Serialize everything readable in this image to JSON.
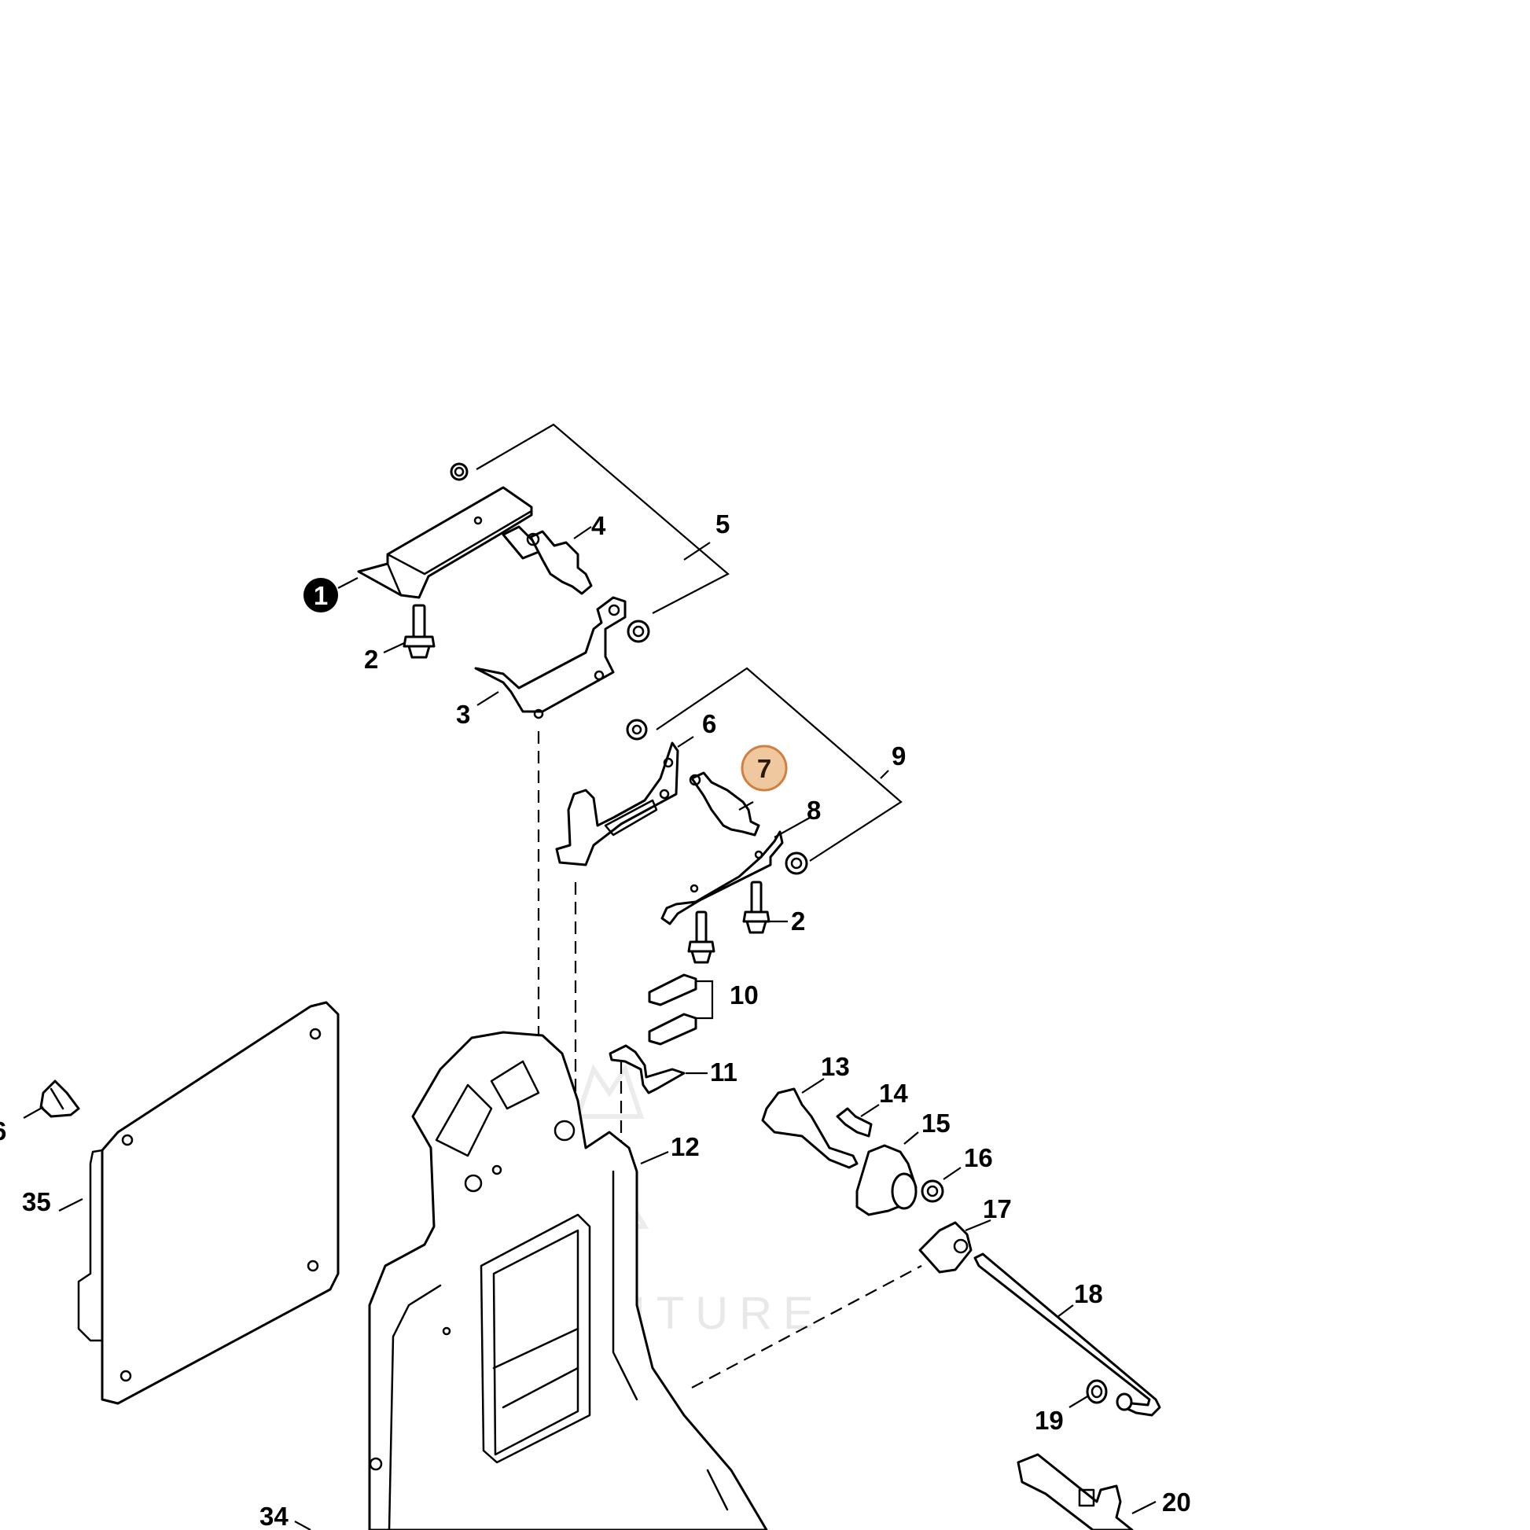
{
  "callouts": [
    {
      "id": "1",
      "label": "1"
    },
    {
      "id": "2a",
      "label": "2"
    },
    {
      "id": "2b",
      "label": "2"
    },
    {
      "id": "3",
      "label": "3"
    },
    {
      "id": "4",
      "label": "4"
    },
    {
      "id": "5",
      "label": "5"
    },
    {
      "id": "6",
      "label": "6"
    },
    {
      "id": "7",
      "label": "7"
    },
    {
      "id": "8",
      "label": "8"
    },
    {
      "id": "9",
      "label": "9"
    },
    {
      "id": "10",
      "label": "10"
    },
    {
      "id": "11",
      "label": "11"
    },
    {
      "id": "12",
      "label": "12"
    },
    {
      "id": "13",
      "label": "13"
    },
    {
      "id": "14",
      "label": "14"
    },
    {
      "id": "15",
      "label": "15"
    },
    {
      "id": "16",
      "label": "16"
    },
    {
      "id": "17",
      "label": "17"
    },
    {
      "id": "18",
      "label": "18"
    },
    {
      "id": "19",
      "label": "19"
    },
    {
      "id": "20",
      "label": "20"
    },
    {
      "id": "34",
      "label": "34"
    },
    {
      "id": "35",
      "label": "35"
    },
    {
      "id": "36",
      "label": "6"
    }
  ],
  "highlight": {
    "label": "7",
    "color": "#f0c8a0",
    "border": "#d08040"
  },
  "watermark": {
    "text": "LEADVENTURE"
  }
}
